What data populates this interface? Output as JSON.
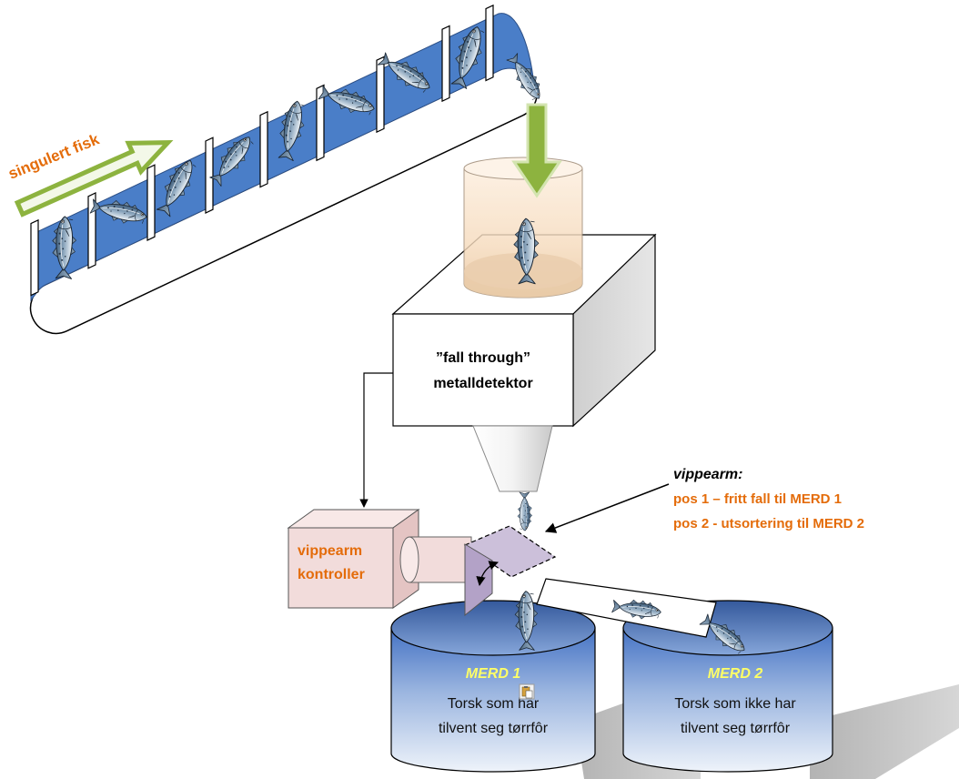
{
  "diagram": {
    "belt_label": "singulert fisk",
    "detector": {
      "line1": "”fall through”",
      "line2": "metalldetektor"
    },
    "controller": {
      "line1": "vippearm",
      "line2": "kontroller"
    },
    "annotation": {
      "title": "vippearm:",
      "pos1": "pos 1 – fritt fall til MERD 1",
      "pos2": "pos 2 - utsortering til MERD 2"
    },
    "merd1": {
      "title": "MERD 1",
      "line1": "Torsk som har",
      "line2": "tilvent seg tørrfôr"
    },
    "merd2": {
      "title": "MERD 2",
      "line1": "Torsk som ikke har",
      "line2": "tilvent seg tørrfôr"
    }
  },
  "colors": {
    "label_orange": "#E46C0A",
    "arrow_green": "#8DB33F",
    "belt_blue": "#4A7EC8",
    "merd_title_yellow": "#FFFF66"
  },
  "icons": {
    "fish": "fish-icon",
    "paste": "paste-options-icon"
  }
}
